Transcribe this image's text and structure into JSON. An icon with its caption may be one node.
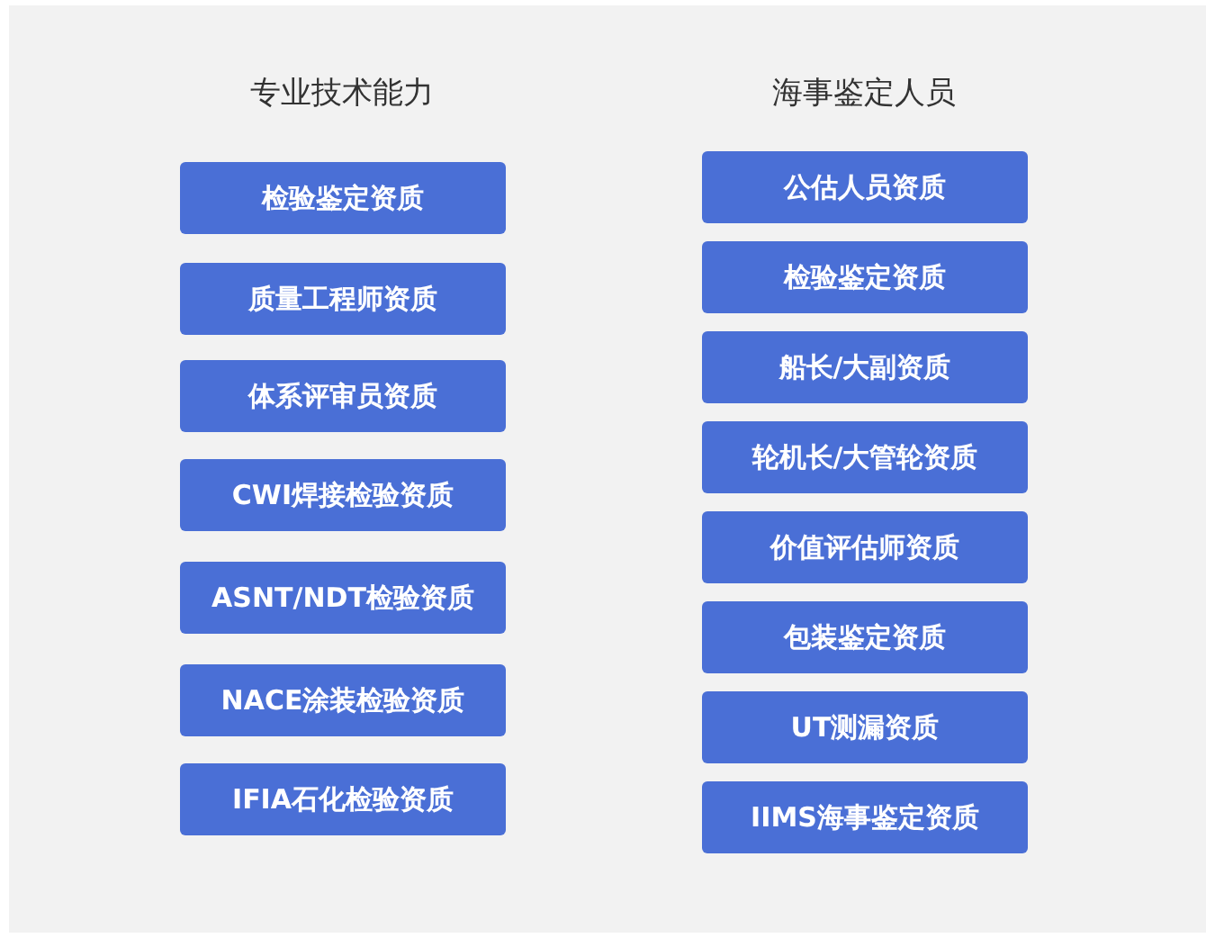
{
  "diagram": {
    "nodes": [
      {
        "text": [
          "检验鉴定资质"
        ]
      },
      {
        "text": [
          "质量工程师资质"
        ]
      },
      {
        "text": [
          "体系评审员资质"
        ]
      },
      {
        "text": [
          "CWI焊接检验资质"
        ]
      },
      {
        "text": [
          "ASNT/NDT检验资质"
        ]
      },
      {
        "text": [
          "NACE涂装检验资质"
        ]
      },
      {
        "text": [
          "IFIA石化检验资质"
        ]
      },
      {
        "text": [
          "公估人员资质"
        ]
      },
      {
        "text": [
          "检验鉴定资质"
        ]
      },
      {
        "text": [
          "船长/大副资质"
        ]
      },
      {
        "text": [
          "轮机长/大管轮资质"
        ]
      },
      {
        "text": [
          "价值评估师资质"
        ]
      },
      {
        "text": [
          "包装鉴定资质"
        ]
      },
      {
        "text": [
          "UT测漏资质"
        ]
      },
      {
        "text": [
          "IIMS海事鉴定资质"
        ]
      }
    ],
    "edges": [],
    "labels": [
      "专业技术能力",
      "海事鉴定人员"
    ]
  }
}
